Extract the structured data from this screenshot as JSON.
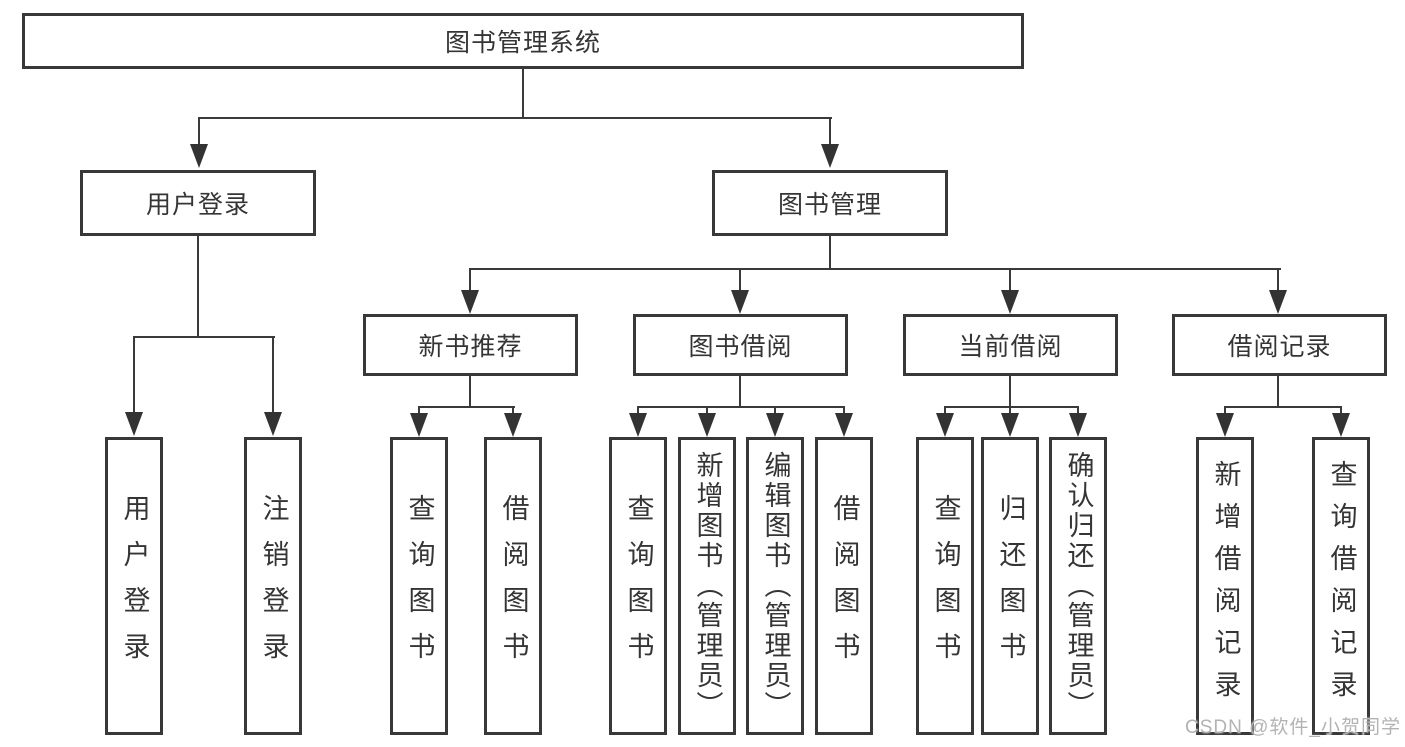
{
  "tree": {
    "root": {
      "label": "图书管理系统",
      "children": [
        {
          "label": "用户登录",
          "children": [
            {
              "label": "用户登录"
            },
            {
              "label": "注销登录"
            }
          ]
        },
        {
          "label": "图书管理",
          "children": [
            {
              "label": "新书推荐",
              "children": [
                {
                  "label": "查询图书"
                },
                {
                  "label": "借阅图书"
                }
              ]
            },
            {
              "label": "图书借阅",
              "children": [
                {
                  "label": "查询图书"
                },
                {
                  "label": "新增图书（管理员）"
                },
                {
                  "label": "编辑图书（管理员）"
                },
                {
                  "label": "借阅图书"
                }
              ]
            },
            {
              "label": "当前借阅",
              "children": [
                {
                  "label": "查询图书"
                },
                {
                  "label": "归还图书"
                },
                {
                  "label": "确认归还（管理员）"
                }
              ]
            },
            {
              "label": "借阅记录",
              "children": [
                {
                  "label": "新增借阅记录"
                },
                {
                  "label": "查询借阅记录"
                }
              ]
            }
          ]
        }
      ]
    }
  },
  "watermark": {
    "text": "CSDN @软件_小贺同学"
  },
  "colors": {
    "line": "#3a3a3a",
    "box_border": "#383838",
    "box_background": "#ffffff",
    "text": "#353535",
    "watermark": "#b3b3b3"
  }
}
